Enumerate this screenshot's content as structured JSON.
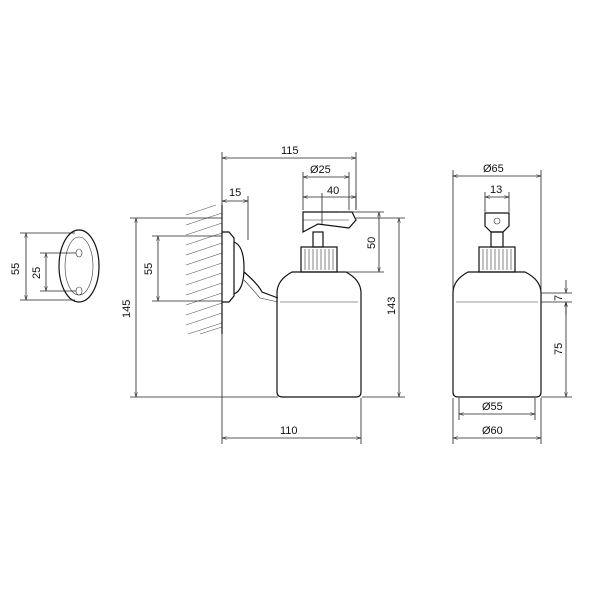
{
  "dimensions": {
    "bracket_height": "55",
    "bracket_hole_spacing": "25",
    "total_height": "145",
    "mount_height": "55",
    "projection_top": "115",
    "wall_offset": "15",
    "pump_diameter": "Ø25",
    "spout_length": "40",
    "pump_height": "50",
    "container_height": "143",
    "projection_bottom": "110",
    "side_diameter_top": "Ø65",
    "side_pump_width": "13",
    "side_collar_height": "7",
    "side_body_height": "75",
    "side_inner_diameter": "Ø55",
    "side_base_diameter": "Ø60"
  }
}
